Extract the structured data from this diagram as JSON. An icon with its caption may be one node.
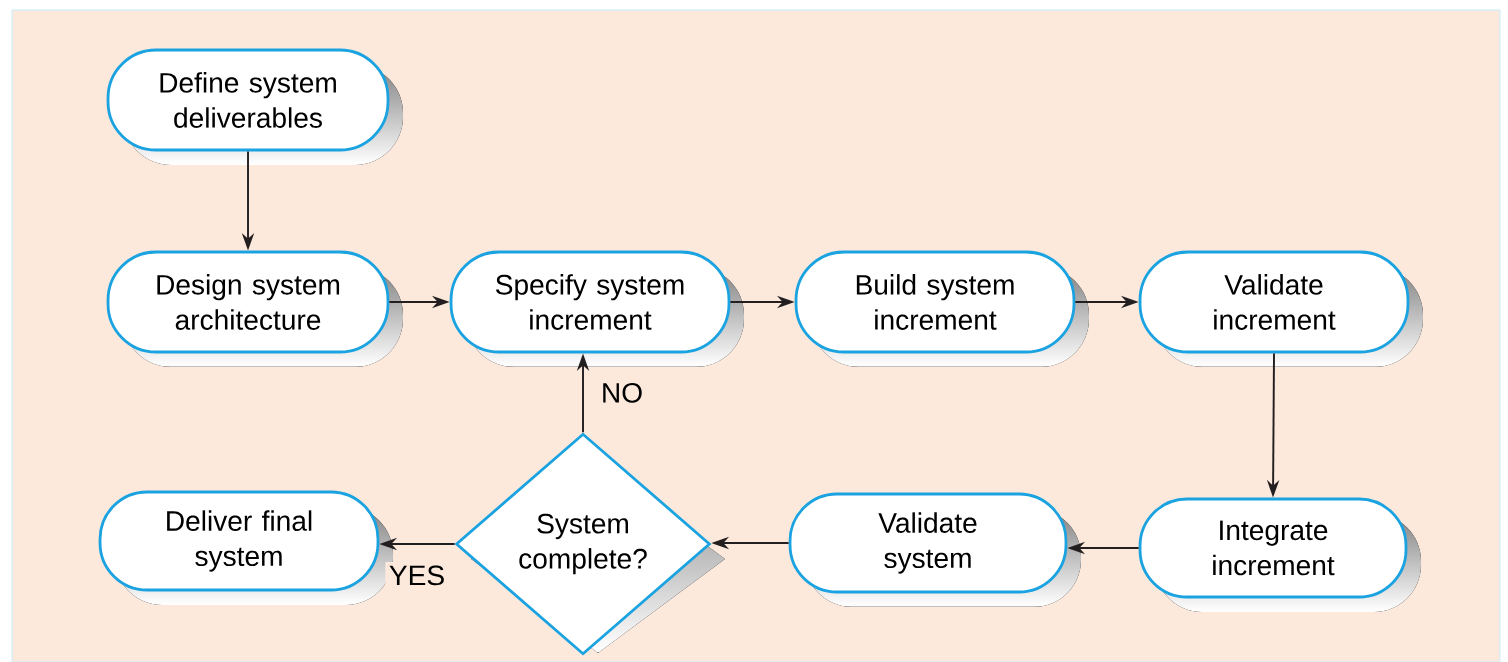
{
  "diagram": {
    "nodes": [
      {
        "text": [
          "Define system deliverables"
        ]
      },
      {
        "text": [
          "Design system architecture"
        ]
      },
      {
        "text": [
          "Specify system increment"
        ]
      },
      {
        "text": [
          "Build system increment"
        ]
      },
      {
        "text": [
          "Validate increment"
        ]
      },
      {
        "text": [
          "Integrate increment"
        ]
      },
      {
        "text": [
          "Validate system"
        ]
      },
      {
        "text": [
          "System complete?"
        ]
      },
      {
        "text": [
          "Deliver final system"
        ]
      }
    ],
    "edges": [
      {
        "from": 0,
        "to": 1,
        "arrow": "to"
      },
      {
        "from": 1,
        "to": 2,
        "arrow": "to"
      },
      {
        "from": 2,
        "to": 3,
        "arrow": "to"
      },
      {
        "from": 3,
        "to": 4,
        "arrow": "to"
      },
      {
        "from": 4,
        "to": 5,
        "arrow": "to"
      },
      {
        "from": 5,
        "to": 6,
        "arrow": "to"
      },
      {
        "from": 6,
        "to": 7,
        "arrow": "to"
      },
      {
        "from": 7,
        "to": 2,
        "arrow": "to",
        "label": "NO"
      },
      {
        "from": 7,
        "to": 8,
        "arrow": "to",
        "label": "YES"
      }
    ]
  }
}
